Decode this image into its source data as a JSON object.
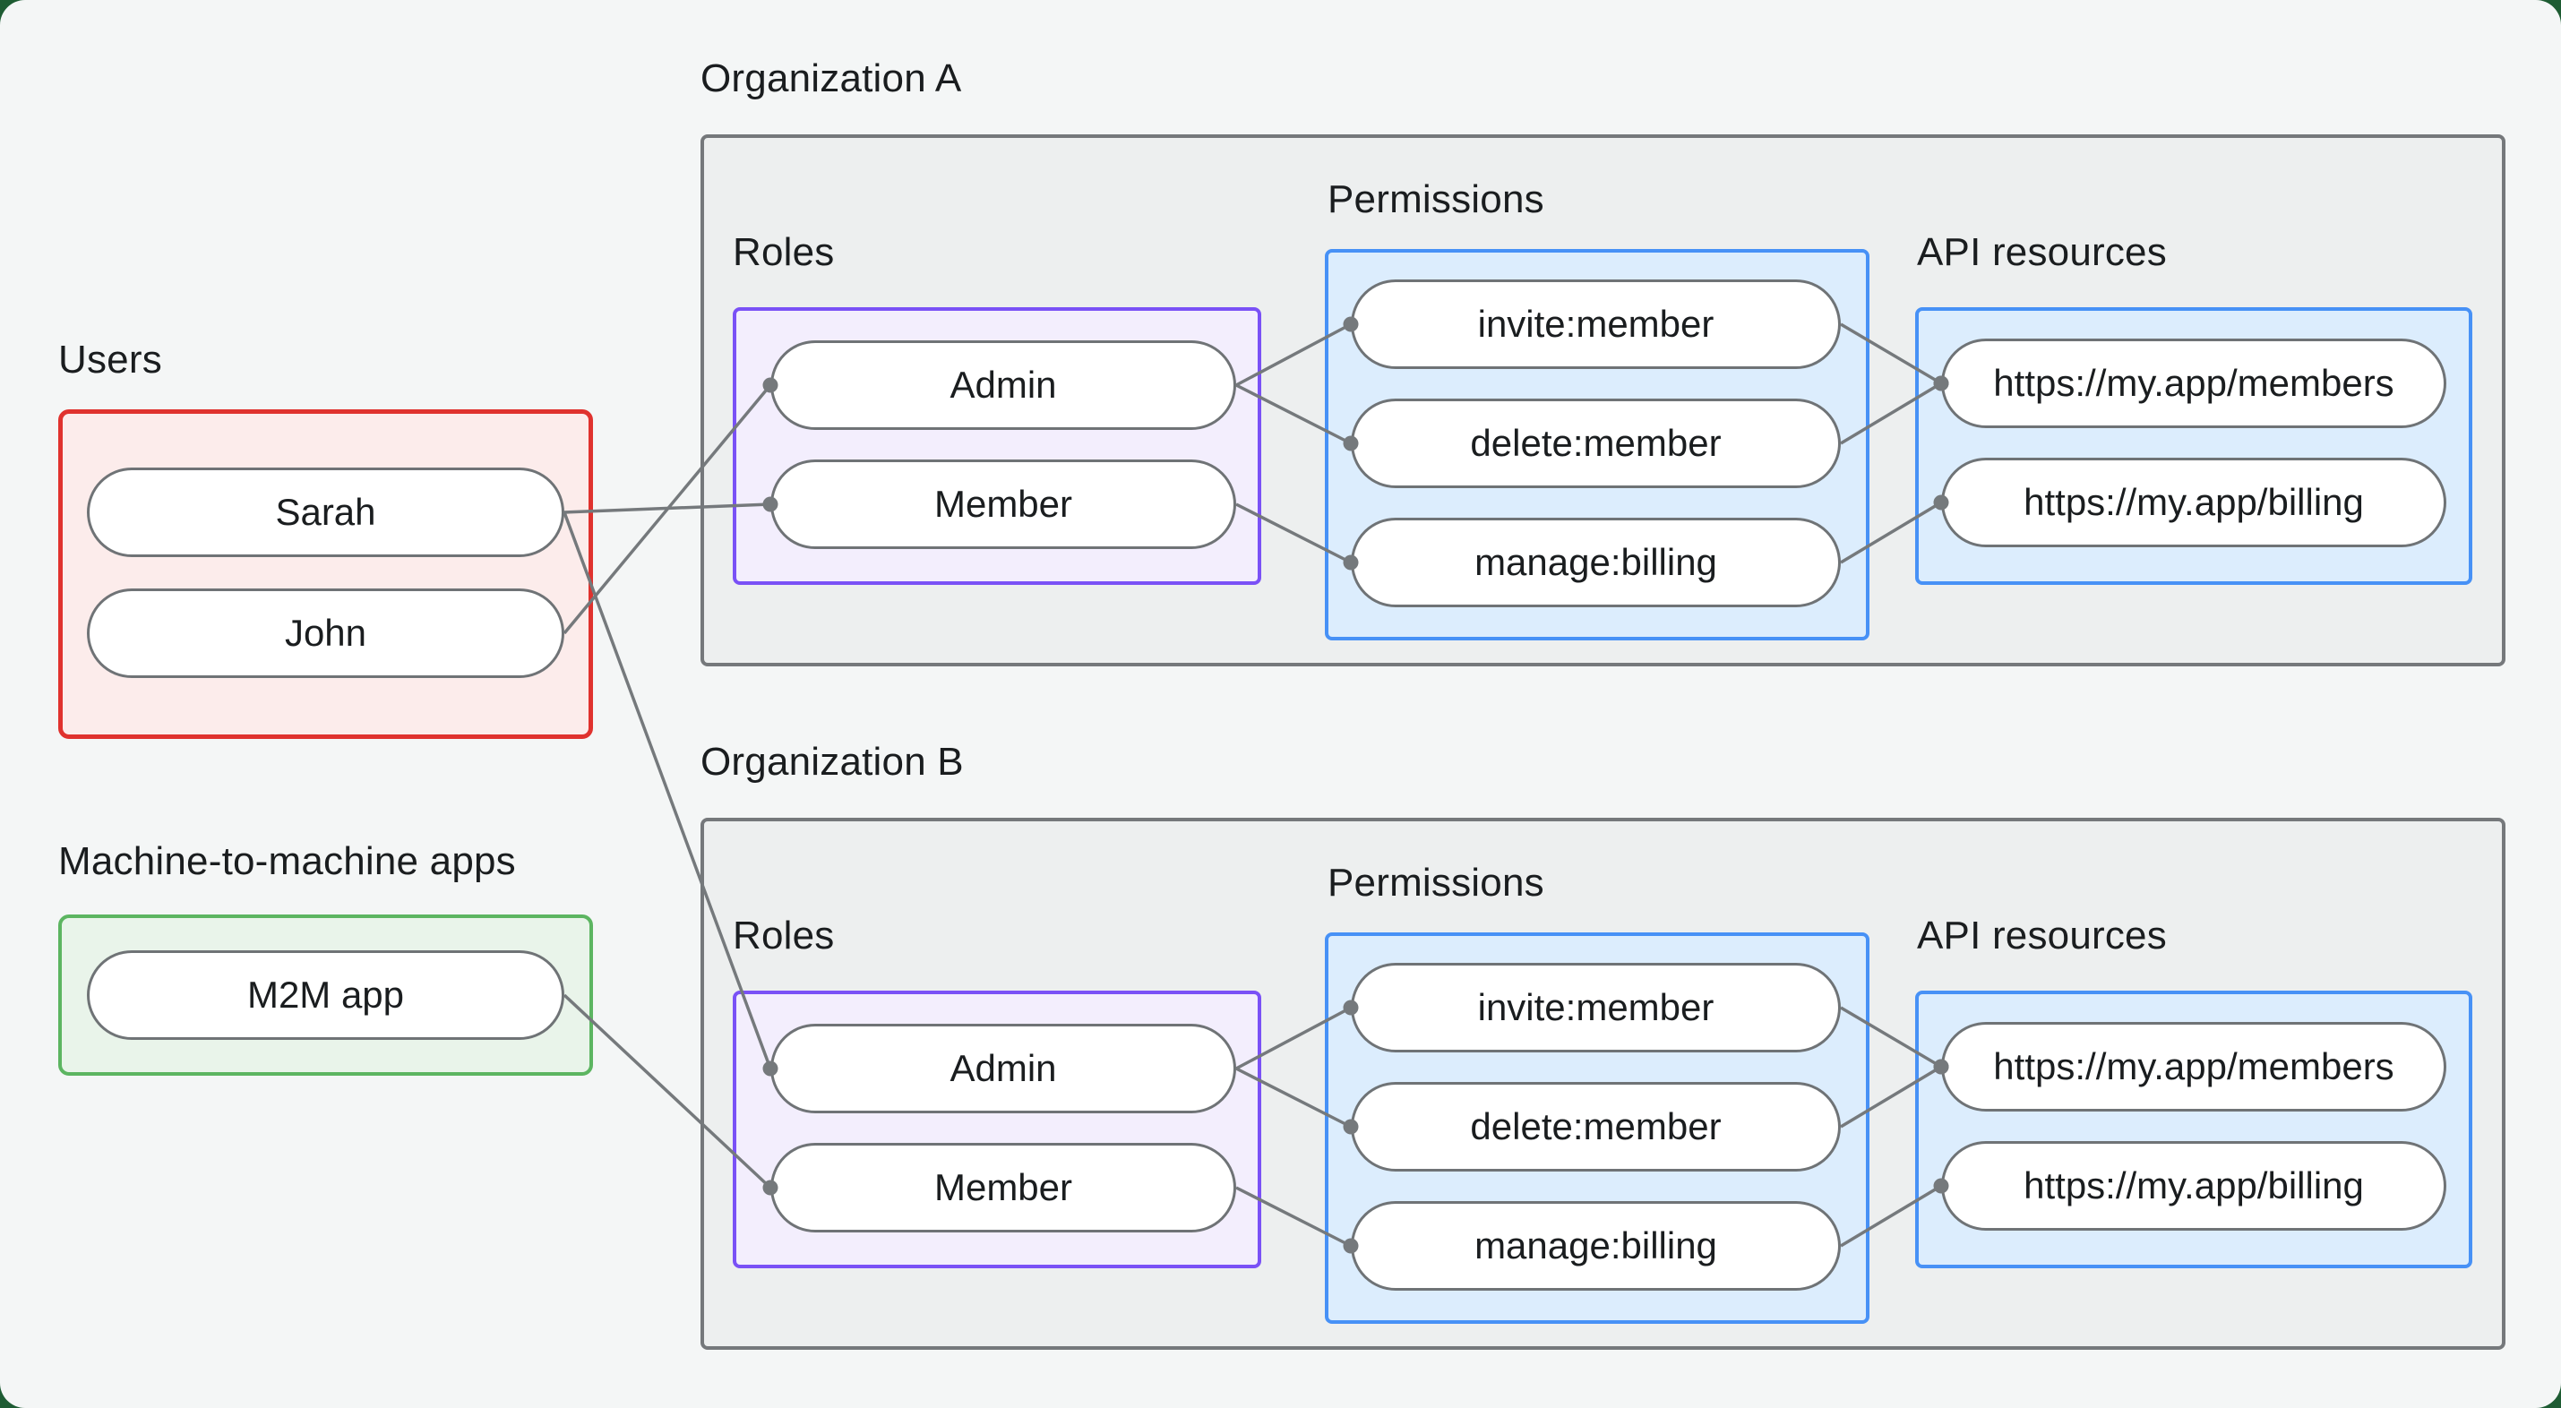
{
  "colors": {
    "page_bg": "#F4F6F6",
    "outer_bg": "#1E5C33",
    "text": "#1A1D1F",
    "red_border": "#E0322E",
    "red_fill": "#FCECEB",
    "green_border": "#5CB561",
    "green_fill": "#E9F4EA",
    "gray_border": "#75787B",
    "org_fill": "#EDEFEF",
    "purple_border": "#7A51F6",
    "purple_fill": "#F3EEFD",
    "blue_border": "#4791F6",
    "blue_fill": "#DCEDFD",
    "node_border": "#6F7376",
    "connector": "#75797C"
  },
  "users_section": {
    "label": "Users",
    "items": [
      "Sarah",
      "John"
    ]
  },
  "m2m_section": {
    "label": "Machine-to-machine apps",
    "items": [
      "M2M app"
    ]
  },
  "organizations": [
    {
      "label": "Organization A",
      "roles_label": "Roles",
      "permissions_label": "Permissions",
      "api_label": "API resources",
      "roles": [
        "Admin",
        "Member"
      ],
      "permissions": [
        "invite:member",
        "delete:member",
        "manage:billing"
      ],
      "api_resources": [
        "https://my.app/members",
        "https://my.app/billing"
      ]
    },
    {
      "label": "Organization B",
      "roles_label": "Roles",
      "permissions_label": "Permissions",
      "api_label": "API resources",
      "roles": [
        "Admin",
        "Member"
      ],
      "permissions": [
        "invite:member",
        "delete:member",
        "manage:billing"
      ],
      "api_resources": [
        "https://my.app/members",
        "https://my.app/billing"
      ]
    }
  ],
  "connections": [
    {
      "from": "user-sarah",
      "to": "orgA-role-member"
    },
    {
      "from": "user-john",
      "to": "orgA-role-admin"
    },
    {
      "from": "user-sarah",
      "to": "orgB-role-admin"
    },
    {
      "from": "app-m2m",
      "to": "orgB-role-member"
    },
    {
      "from": "orgA-role-admin",
      "to": "orgA-perm-invite"
    },
    {
      "from": "orgA-role-admin",
      "to": "orgA-perm-delete"
    },
    {
      "from": "orgA-role-member",
      "to": "orgA-perm-manage"
    },
    {
      "from": "orgA-perm-invite",
      "to": "orgA-api-members"
    },
    {
      "from": "orgA-perm-delete",
      "to": "orgA-api-members"
    },
    {
      "from": "orgA-perm-manage",
      "to": "orgA-api-billing"
    },
    {
      "from": "orgB-role-admin",
      "to": "orgB-perm-invite"
    },
    {
      "from": "orgB-role-admin",
      "to": "orgB-perm-delete"
    },
    {
      "from": "orgB-role-member",
      "to": "orgB-perm-manage"
    },
    {
      "from": "orgB-perm-invite",
      "to": "orgB-api-members"
    },
    {
      "from": "orgB-perm-delete",
      "to": "orgB-api-members"
    },
    {
      "from": "orgB-perm-manage",
      "to": "orgB-api-billing"
    }
  ]
}
